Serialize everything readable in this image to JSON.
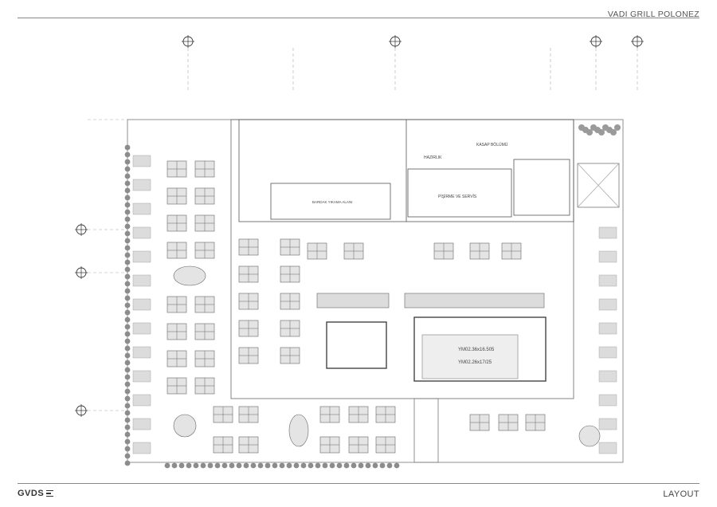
{
  "header": {
    "project_title": "VADI GRILL POLONEZ"
  },
  "footer": {
    "brand": "GVDS",
    "sheet_title": "LAYOUT"
  },
  "plan_labels": {
    "kitchen_zone": "KASAP BÖLÜMÜ",
    "prep_zone": "HAZIRLIK",
    "cook_serve_zone": "PİŞİRME VE SERVİS",
    "glass_wash_zone": "BARDAK YIKAMA ALANI",
    "dim_1": "YM02.36x16.505",
    "dim_2": "YM02.26x17/25"
  },
  "colors": {
    "line": "#555555",
    "light_line": "#9a9a9a",
    "fill": "#d9d9d9",
    "chair": "#8c8c8c",
    "text": "#444444"
  }
}
